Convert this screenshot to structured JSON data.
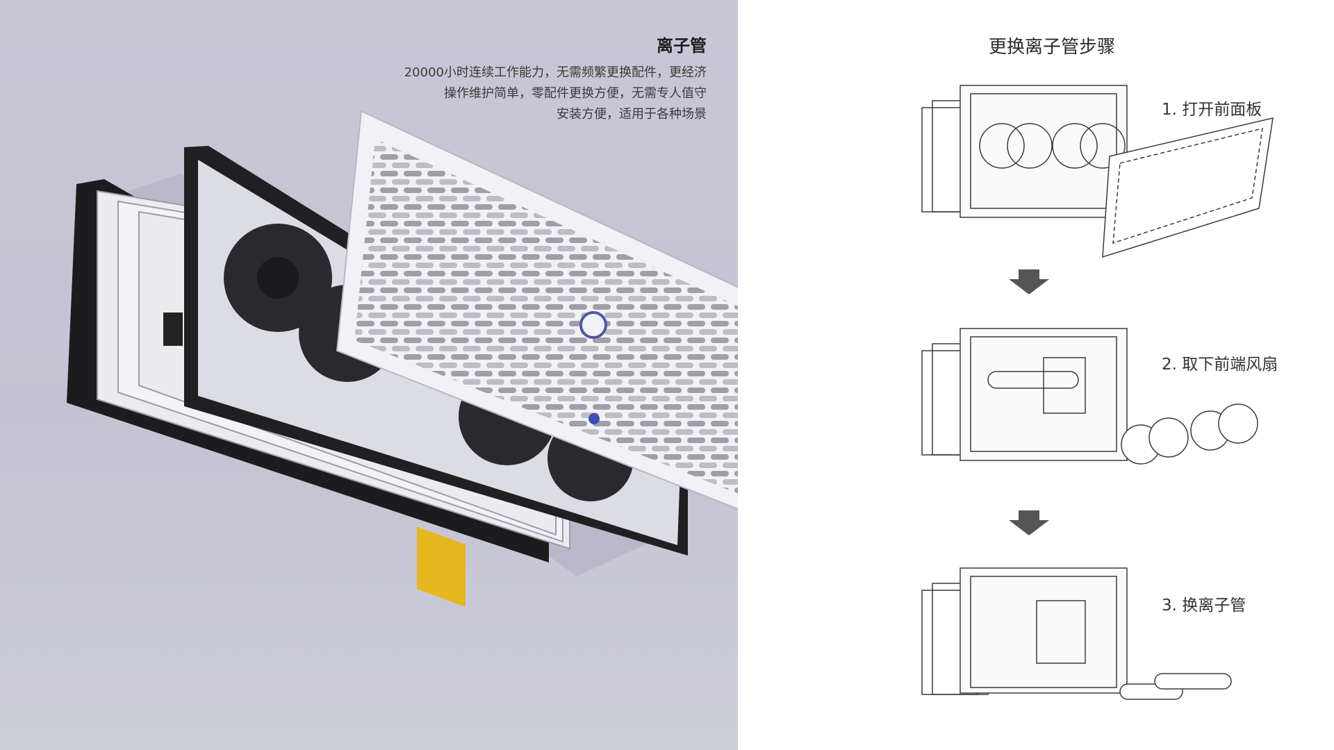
{
  "hero": {
    "title": "离子管",
    "description": [
      "20000小时连续工作能力，无需频繁更换配件，更经济",
      "操作维护简单，零配件更换方便，无需专人值守",
      "安装方便，适用于各种场景"
    ]
  },
  "steps": {
    "title": "更换离子管步骤",
    "items": [
      {
        "label": "1. 打开前面板"
      },
      {
        "label": "2. 取下前端风扇"
      },
      {
        "label": "3. 换离子管"
      }
    ]
  },
  "colors": {
    "wall": "#c9c7d6",
    "frame_dark": "#1c1c1f",
    "panel_white": "#f2f2f6",
    "accent_yellow": "#e6b820",
    "arrow": "#555555",
    "line_art": "#3a3a3a"
  }
}
